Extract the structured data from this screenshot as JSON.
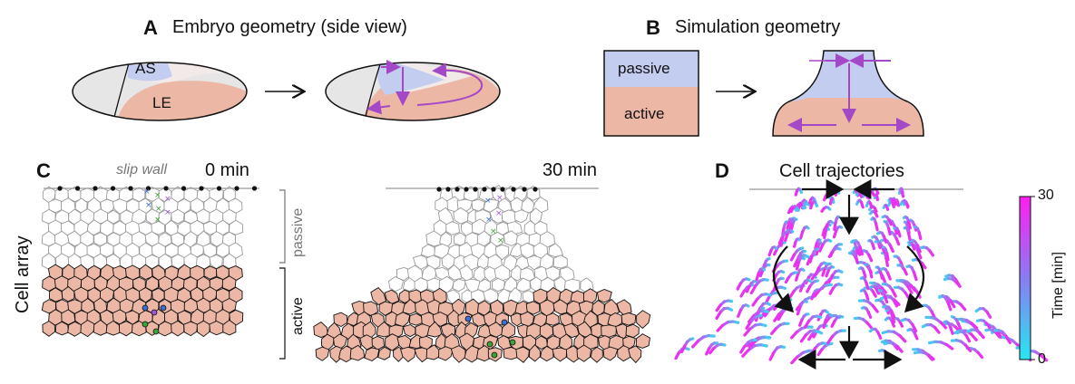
{
  "panels": {
    "A": {
      "letter": "A",
      "title": "Embryo geometry (side view)",
      "label_as": "AS",
      "label_le": "LE"
    },
    "B": {
      "letter": "B",
      "title": "Simulation geometry",
      "label_passive": "passive",
      "label_active": "active"
    },
    "C": {
      "letter": "C",
      "slip_wall": "slip wall",
      "time_start": "0 min",
      "time_end": "30 min",
      "cell_array": "Cell array",
      "bracket_passive": "passive",
      "bracket_active": "active"
    },
    "D": {
      "letter": "D",
      "title": "Cell trajectories",
      "colorbar_label": "Time [min]",
      "colorbar_max": "30",
      "colorbar_min": "0"
    }
  },
  "colors": {
    "passive": "#c3cdf0",
    "active": "#ecb7a4",
    "embryo_gray": "#e6e6e6",
    "arrow_purple": "#a348c7",
    "cyan": "#27e6f2",
    "magenta": "#ff1ef0",
    "marker_blue": "#3b6fd6",
    "marker_green": "#3aa437",
    "marker_purple": "#9b59d6"
  },
  "icons": [
    "arrow-right-icon",
    "arrow-right-icon"
  ]
}
